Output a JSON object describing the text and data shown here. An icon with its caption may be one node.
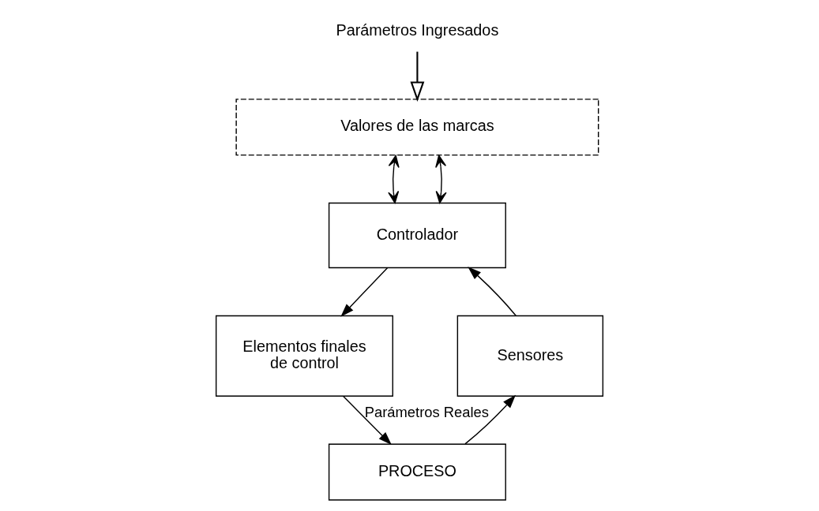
{
  "diagram": {
    "nodes": [
      {
        "text": [
          "Parámetros Ingresados"
        ]
      },
      {
        "text": [
          "Valores de las marcas"
        ]
      },
      {
        "text": [
          "Controlador"
        ]
      },
      {
        "text": [
          "Elementos finales de control"
        ]
      },
      {
        "text": [
          "Sensores"
        ]
      },
      {
        "text": [
          "PROCESO"
        ]
      }
    ],
    "edges": [
      {
        "from": 0,
        "to": 1,
        "arrow": "to"
      },
      {
        "from": 1,
        "to": 2,
        "arrow": "both"
      },
      {
        "from": 1,
        "to": 2,
        "arrow": "both"
      },
      {
        "from": 2,
        "to": 3,
        "arrow": "to"
      },
      {
        "from": 3,
        "to": 5,
        "arrow": "to"
      },
      {
        "from": 5,
        "to": 4,
        "arrow": "to",
        "label": "Parámetros Reales"
      },
      {
        "from": 4,
        "to": 2,
        "arrow": "to"
      }
    ]
  }
}
